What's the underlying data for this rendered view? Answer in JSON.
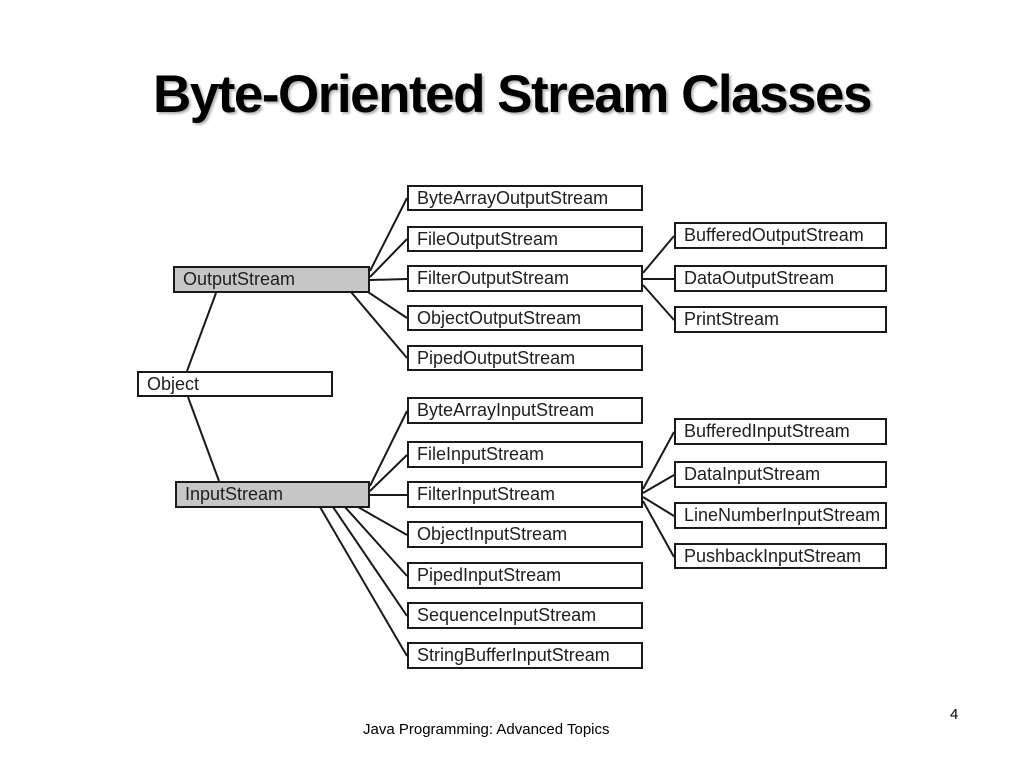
{
  "slide": {
    "title": "Byte-Oriented Stream Classes",
    "footer": "Java Programming: Advanced Topics",
    "page_number": "4"
  },
  "colors": {
    "background": "#ffffff",
    "box_border": "#1a1a1a",
    "box_fill": "#ffffff",
    "highlight_fill": "#c6c6c6",
    "connector": "#1a1a1a",
    "title_text": "#000000"
  },
  "diagram": {
    "nodes": {
      "object": {
        "label": "Object",
        "highlighted": false
      },
      "outputstream": {
        "label": "OutputStream",
        "highlighted": true
      },
      "inputstream": {
        "label": "InputStream",
        "highlighted": true
      },
      "bytearrayoutputstream": {
        "label": "ByteArrayOutputStream",
        "highlighted": false
      },
      "fileoutputstream": {
        "label": "FileOutputStream",
        "highlighted": false
      },
      "filteroutputstream": {
        "label": "FilterOutputStream",
        "highlighted": false
      },
      "objectoutputstream": {
        "label": "ObjectOutputStream",
        "highlighted": false
      },
      "pipedoutputstream": {
        "label": "PipedOutputStream",
        "highlighted": false
      },
      "bufferedoutputstream": {
        "label": "BufferedOutputStream",
        "highlighted": false
      },
      "dataoutputstream": {
        "label": "DataOutputStream",
        "highlighted": false
      },
      "printstream": {
        "label": "PrintStream",
        "highlighted": false
      },
      "bytearrayinputstream": {
        "label": "ByteArrayInputStream",
        "highlighted": false
      },
      "fileinputstream": {
        "label": "FileInputStream",
        "highlighted": false
      },
      "filterinputstream": {
        "label": "FilterInputStream",
        "highlighted": false
      },
      "objectinputstream": {
        "label": "ObjectInputStream",
        "highlighted": false
      },
      "pipedinputstream": {
        "label": "PipedInputStream",
        "highlighted": false
      },
      "sequenceinputstream": {
        "label": "SequenceInputStream",
        "highlighted": false
      },
      "stringbufferinputstream": {
        "label": "StringBufferInputStream",
        "highlighted": false
      },
      "bufferedinputstream": {
        "label": "BufferedInputStream",
        "highlighted": false
      },
      "datainputstream": {
        "label": "DataInputStream",
        "highlighted": false
      },
      "linenumberinputstream": {
        "label": "LineNumberInputStream",
        "highlighted": false
      },
      "pushbackinputstream": {
        "label": "PushbackInputStream",
        "highlighted": false
      }
    },
    "edges": [
      {
        "from": "object",
        "to": "outputstream"
      },
      {
        "from": "object",
        "to": "inputstream"
      },
      {
        "from": "outputstream",
        "to": "bytearrayoutputstream"
      },
      {
        "from": "outputstream",
        "to": "fileoutputstream"
      },
      {
        "from": "outputstream",
        "to": "filteroutputstream"
      },
      {
        "from": "outputstream",
        "to": "objectoutputstream"
      },
      {
        "from": "outputstream",
        "to": "pipedoutputstream"
      },
      {
        "from": "filteroutputstream",
        "to": "bufferedoutputstream"
      },
      {
        "from": "filteroutputstream",
        "to": "dataoutputstream"
      },
      {
        "from": "filteroutputstream",
        "to": "printstream"
      },
      {
        "from": "inputstream",
        "to": "bytearrayinputstream"
      },
      {
        "from": "inputstream",
        "to": "fileinputstream"
      },
      {
        "from": "inputstream",
        "to": "filterinputstream"
      },
      {
        "from": "inputstream",
        "to": "objectinputstream"
      },
      {
        "from": "inputstream",
        "to": "pipedinputstream"
      },
      {
        "from": "inputstream",
        "to": "sequenceinputstream"
      },
      {
        "from": "inputstream",
        "to": "stringbufferinputstream"
      },
      {
        "from": "filterinputstream",
        "to": "bufferedinputstream"
      },
      {
        "from": "filterinputstream",
        "to": "datainputstream"
      },
      {
        "from": "filterinputstream",
        "to": "linenumberinputstream"
      },
      {
        "from": "filterinputstream",
        "to": "pushbackinputstream"
      }
    ]
  }
}
